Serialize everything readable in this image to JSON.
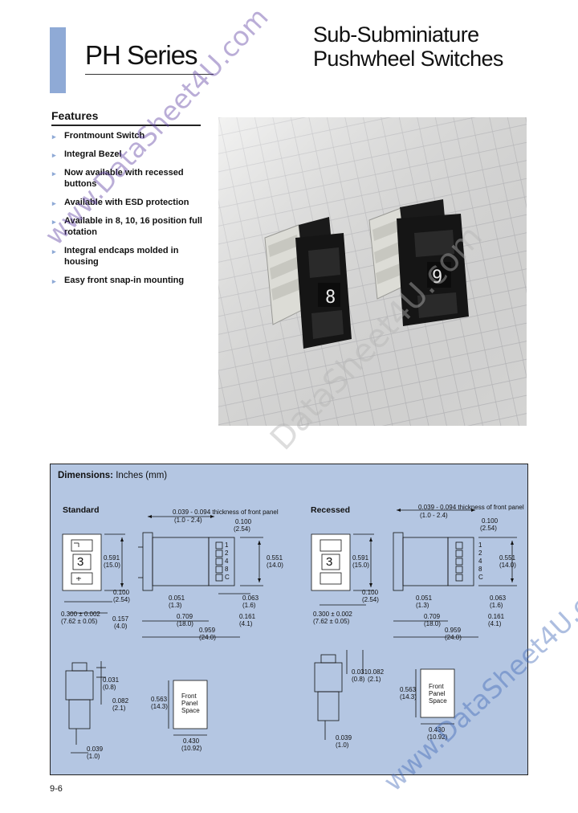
{
  "header": {
    "series": "PH Series",
    "title_line1": "Sub-Subminiature",
    "title_line2": "Pushwheel Switches"
  },
  "features": {
    "heading": "Features",
    "items": [
      "Frontmount Switch",
      "Integral Bezel",
      "Now available with recessed buttons",
      "Available with ESD protection",
      "Available in 8, 10, 16 position full rotation",
      "Integral endcaps molded in housing",
      "Easy front snap-in mounting"
    ]
  },
  "photo": {
    "digits": [
      "8",
      "9"
    ]
  },
  "watermarks": [
    "www.DataSheet4U.com",
    "DataSheet4U.com",
    "www.DataSheet4U.com"
  ],
  "dimensions": {
    "title_bold": "Dimensions:",
    "title_rest": " Inches (mm)",
    "standard": {
      "label": "Standard",
      "thickness_top": "0.039 - 0.094 thickness of front panel",
      "thickness_bottom": "(1.0 - 2.4)",
      "dims": {
        "a_in": "0.100",
        "a_mm": "(2.54)",
        "b_in": "0.591",
        "b_mm": "(15.0)",
        "c_in": "0.551",
        "c_mm": "(14.0)",
        "d_in": "0.100",
        "d_mm": "(2.54)",
        "e_in": "0.051",
        "e_mm": "(1.3)",
        "f_in": "0.063",
        "f_mm": "(1.6)",
        "g_in": "0.300 ± 0.002",
        "g_mm": "(7.62 ± 0.05)",
        "h_in": "0.157",
        "h_mm": "(4.0)",
        "i_in": "0.709",
        "i_mm": "(18.0)",
        "j_in": "0.161",
        "j_mm": "(4.1)",
        "k_in": "0.959",
        "k_mm": "(24.0)",
        "l_in": "0.031",
        "l_mm": "(0.8)",
        "m_in": "0.082",
        "m_mm": "(2.1)",
        "n_in": "0.563",
        "n_mm": "(14.3)",
        "o_in": "0.430",
        "o_mm": "(10.92)",
        "p_in": "0.039",
        "p_mm": "(1.0)"
      },
      "panel_text": [
        "Front",
        "Panel",
        "Space"
      ],
      "face_digit": "3",
      "pins": [
        "1",
        "2",
        "4",
        "8",
        "C"
      ]
    },
    "recessed": {
      "label": "Recessed",
      "thickness_top": "0.039 - 0.094 thickness of front panel",
      "thickness_bottom": "(1.0 - 2.4)",
      "dims": {
        "a_in": "0.100",
        "a_mm": "(2.54)",
        "b_in": "0.591",
        "b_mm": "(15.0)",
        "c_in": "0.551",
        "c_mm": "(14.0)",
        "d_in": "0.100",
        "d_mm": "(2.54)",
        "e_in": "0.051",
        "e_mm": "(1.3)",
        "f_in": "0.063",
        "f_mm": "(1.6)",
        "g_in": "0.300 ± 0.002",
        "g_mm": "(7.62 ± 0.05)",
        "i_in": "0.709",
        "i_mm": "(18.0)",
        "j_in": "0.161",
        "j_mm": "(4.1)",
        "k_in": "0.959",
        "k_mm": "(24.0)",
        "l_in": "0.031",
        "l_mm": "(0.8)",
        "m_in": "0.082",
        "m_mm": "(2.1)",
        "n_in": "0.563",
        "n_mm": "(14.3)",
        "o_in": "0.430",
        "o_mm": "(10.92)",
        "q_in": "0.039",
        "q_mm": "(1.0)"
      },
      "panel_text": [
        "Front",
        "Panel",
        "Space"
      ],
      "face_digit": "3",
      "pins": [
        "1",
        "2",
        "4",
        "8",
        "C"
      ]
    }
  },
  "footer": {
    "page_number": "9-6"
  },
  "colors": {
    "accent": "#8faad6",
    "dimensions_bg": "#b4c6e2",
    "watermark": "#5a3ca0"
  }
}
